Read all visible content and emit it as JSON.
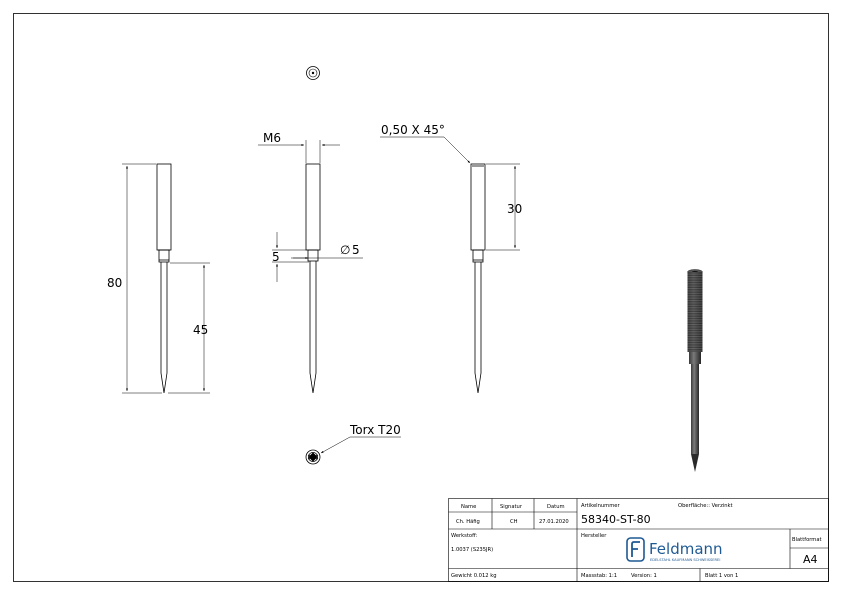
{
  "dimensions": {
    "length_total": "80",
    "length_tip": "45",
    "thread": "M6",
    "shoulder": "5",
    "diameter": "5",
    "thread_length": "30",
    "chamfer": "0,50 X 45°",
    "drive": "Torx T20"
  },
  "title_block": {
    "name_label": "Name",
    "signatur_label": "Signatur",
    "datum_label": "Datum",
    "name_value": "Ch. Häfig",
    "signatur_value": "CH",
    "datum_value": "27.01.2020",
    "artikel_label": "Artikelnummer",
    "artikel_value": "58340-ST-80",
    "oberflaeche": "Oberfläche:: Verzinkt",
    "werkstoff_label": "Werkstoff:",
    "werkstoff_value": "1.0037 (S235JR)",
    "hersteller_label": "Hersteller",
    "logo_name": "Feldmann",
    "logo_tagline": "EDELSTAHL KAUFMANN SCHWEISSEREI",
    "blattformat_label": "Blattformat",
    "blattformat_value": "A4",
    "gewicht": "Gewicht 0.012 kg",
    "massstab": "Massstab: 1:1",
    "version": "Version: 1",
    "blatt": "Blatt 1 von 1"
  },
  "colors": {
    "line": "#000000",
    "logo": "#1f5a94",
    "metal_dark": "#2e2e2e",
    "metal_light": "#6a6a6a"
  }
}
